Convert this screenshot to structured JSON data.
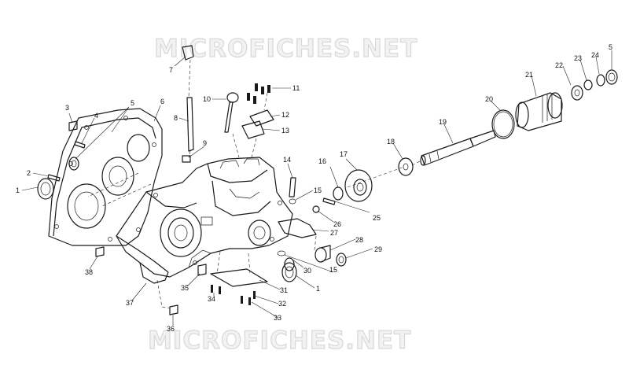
{
  "watermark": {
    "text": "MICROFICHES.NET"
  },
  "callouts": [
    "1",
    "2",
    "3",
    "4",
    "5",
    "5",
    "6",
    "7",
    "8",
    "9",
    "10",
    "11",
    "12",
    "13",
    "14",
    "15",
    "15",
    "16",
    "17",
    "18",
    "19",
    "20",
    "21",
    "22",
    "23",
    "24",
    "5",
    "25",
    "26",
    "27",
    "28",
    "29",
    "30",
    "1",
    "31",
    "32",
    "33",
    "34",
    "35",
    "36",
    "37",
    "38"
  ]
}
